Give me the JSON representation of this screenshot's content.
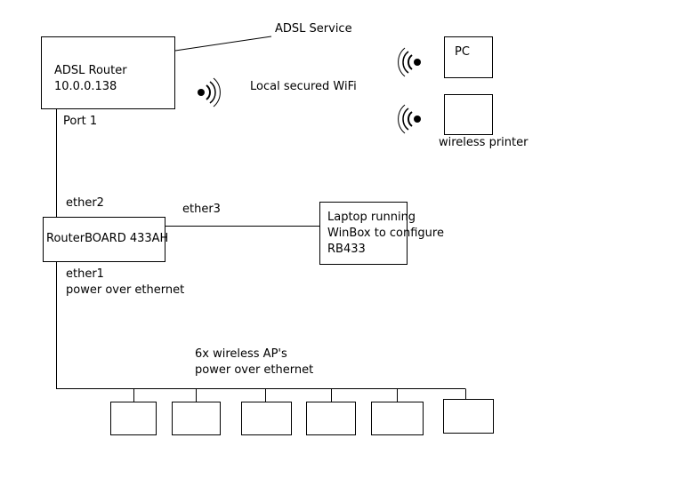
{
  "adsl_router": {
    "name": "ADSL Router",
    "ip": "10.0.0.138"
  },
  "labels": {
    "adsl_service": "ADSL Service",
    "local_wifi": "Local secured WiFi",
    "port1": "Port 1",
    "ether2": "ether2",
    "ether3": "ether3",
    "ether1": "ether1",
    "poe1": "power over ethernet",
    "aps": "6x wireless AP's",
    "poe2": "power over ethernet"
  },
  "routerboard": {
    "label": "RouterBOARD 433AH"
  },
  "laptop": {
    "label": "Laptop running\nWinBox to configure\nRB433"
  },
  "pc": {
    "label": "PC"
  },
  "printer": {
    "label": "wireless printer"
  },
  "access_points": {
    "count": 6
  },
  "icons": [
    "wifi-signal-icon",
    "wifi-signal-icon",
    "wifi-signal-icon"
  ],
  "colors": {
    "stroke": "#000000",
    "background": "#ffffff"
  }
}
